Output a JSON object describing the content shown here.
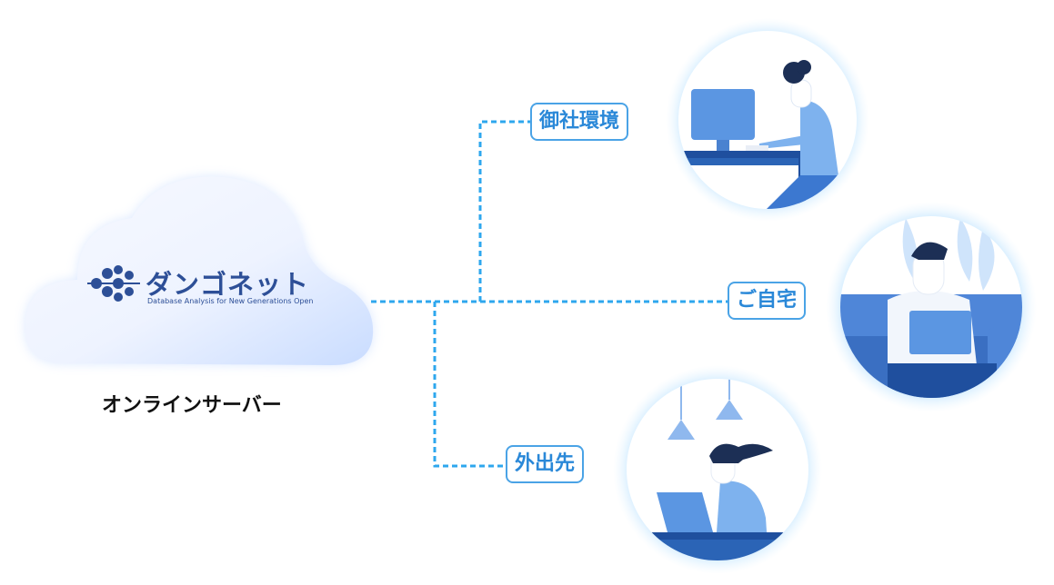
{
  "server": {
    "brand_name": "ダンゴネット",
    "brand_tagline": "Database Analysis for New Generations Open",
    "caption": "オンラインサーバー"
  },
  "locations": {
    "office": "御社環境",
    "home": "ご自宅",
    "outside": "外出先"
  },
  "colors": {
    "line": "#2ea7ee",
    "tag_border": "#4aa3e6",
    "tag_text": "#2a88d8",
    "brand": "#2d4f97",
    "circle_glow": "#cfeaff"
  }
}
